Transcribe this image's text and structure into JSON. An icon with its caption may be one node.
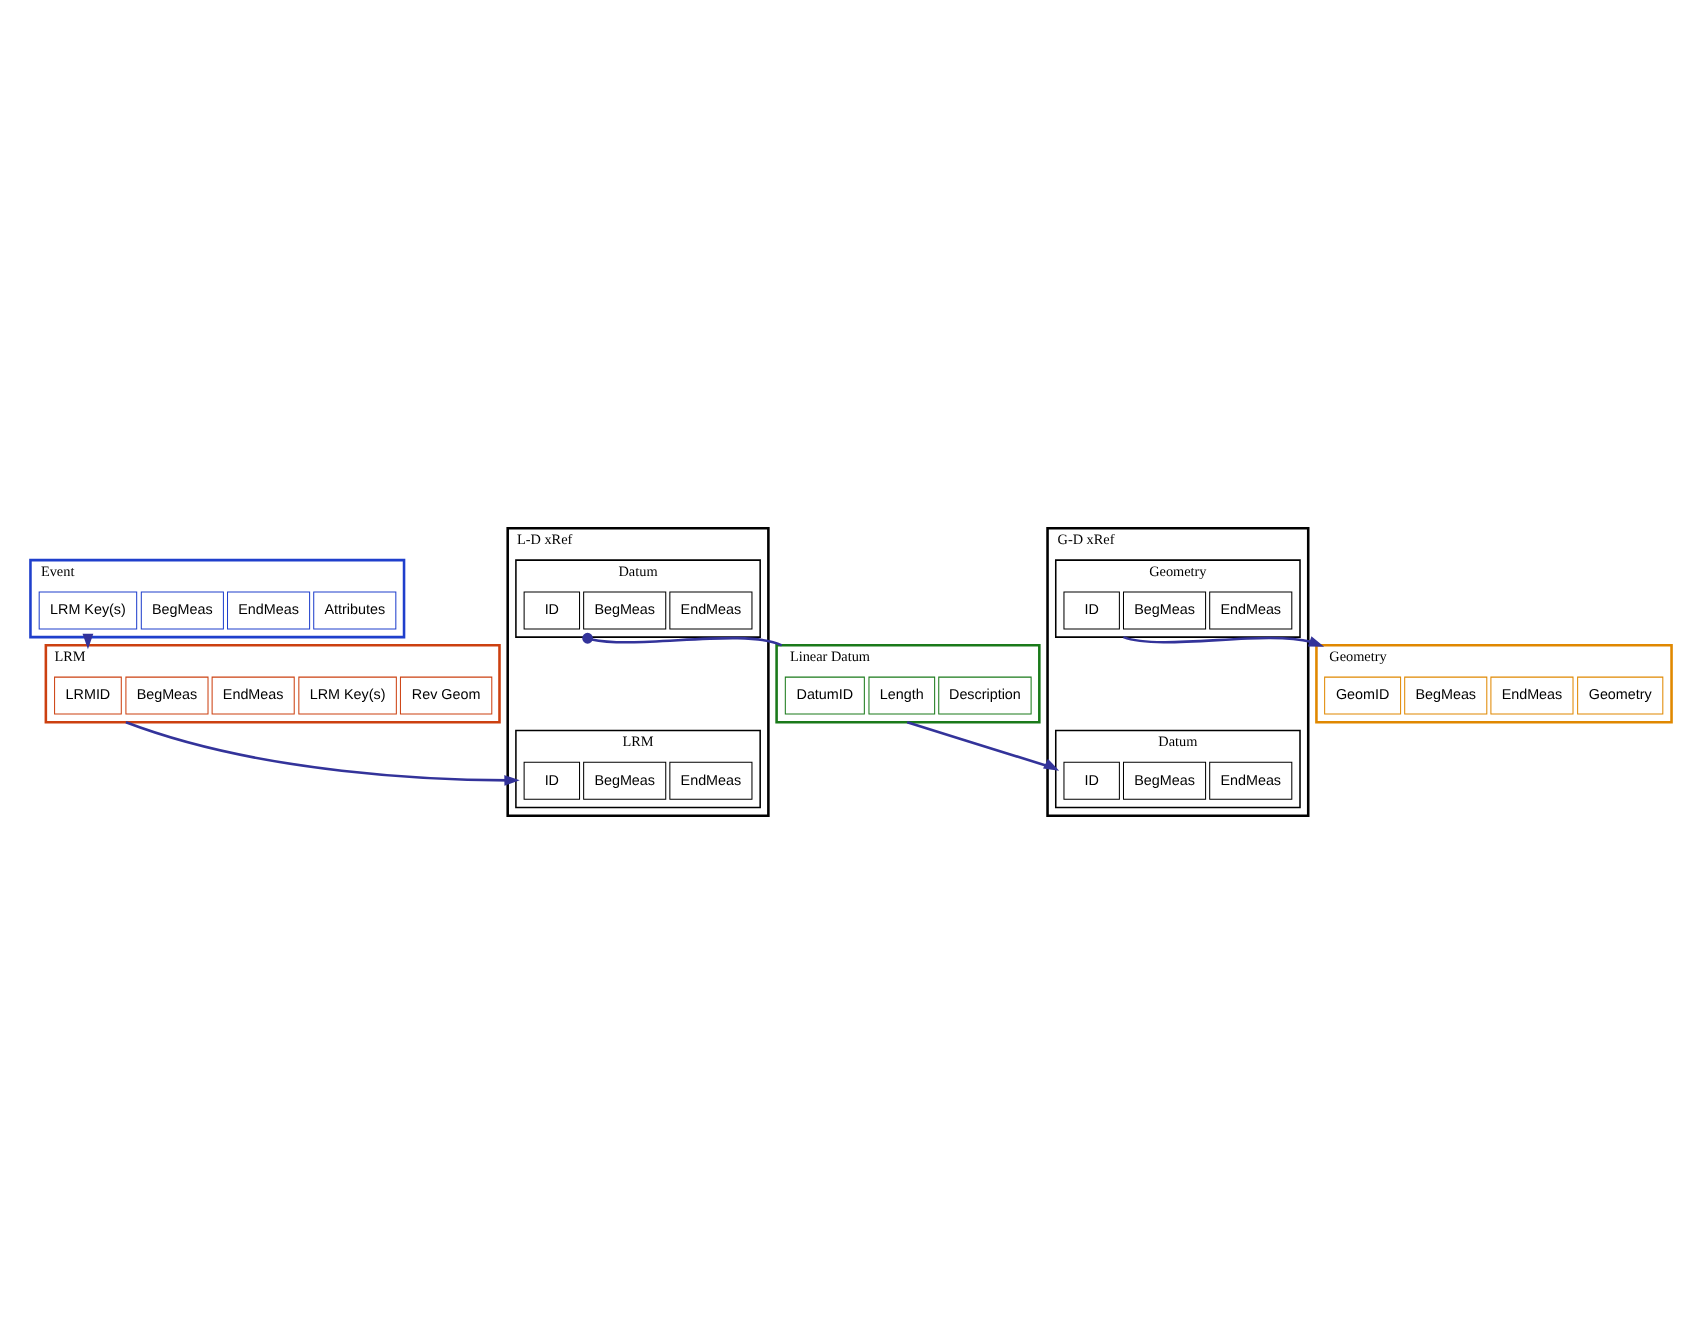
{
  "diagram": {
    "nodes": [
      {
        "text": [
          "Event"
        ]
      },
      {
        "text": [
          "LRM Key(s)"
        ],
        "in": 0
      },
      {
        "text": [
          "BegMeas"
        ],
        "in": 0
      },
      {
        "text": [
          "EndMeas"
        ],
        "in": 0
      },
      {
        "text": [
          "Attributes"
        ],
        "in": 0
      },
      {
        "text": [
          "LRM"
        ]
      },
      {
        "text": [
          "LRMID"
        ],
        "in": 5
      },
      {
        "text": [
          "BegMeas"
        ],
        "in": 5
      },
      {
        "text": [
          "EndMeas"
        ],
        "in": 5
      },
      {
        "text": [
          "LRM Key(s)"
        ],
        "in": 5
      },
      {
        "text": [
          "Rev Geom"
        ],
        "in": 5
      },
      {
        "text": [
          "L-D xRef"
        ]
      },
      {
        "text": [
          "Datum"
        ],
        "in": 11
      },
      {
        "text": [
          "ID"
        ],
        "in": 12
      },
      {
        "text": [
          "BegMeas"
        ],
        "in": 12
      },
      {
        "text": [
          "EndMeas"
        ],
        "in": 12
      },
      {
        "text": [
          "LRM"
        ],
        "in": 11
      },
      {
        "text": [
          "ID"
        ],
        "in": 16
      },
      {
        "text": [
          "BegMeas"
        ],
        "in": 16
      },
      {
        "text": [
          "EndMeas"
        ],
        "in": 16
      },
      {
        "text": [
          "Linear Datum"
        ]
      },
      {
        "text": [
          "DatumID"
        ],
        "in": 20
      },
      {
        "text": [
          "Length"
        ],
        "in": 20
      },
      {
        "text": [
          "Description"
        ],
        "in": 20
      },
      {
        "text": [
          "G-D xRef"
        ]
      },
      {
        "text": [
          "Geometry"
        ],
        "in": 24
      },
      {
        "text": [
          "ID"
        ],
        "in": 25
      },
      {
        "text": [
          "BegMeas"
        ],
        "in": 25
      },
      {
        "text": [
          "EndMeas"
        ],
        "in": 25
      },
      {
        "text": [
          "Datum"
        ],
        "in": 24
      },
      {
        "text": [
          "ID"
        ],
        "in": 29
      },
      {
        "text": [
          "BegMeas"
        ],
        "in": 29
      },
      {
        "text": [
          "EndMeas"
        ],
        "in": 29
      },
      {
        "text": [
          "Geometry"
        ]
      },
      {
        "text": [
          "GeomID"
        ],
        "in": 33
      },
      {
        "text": [
          "BegMeas"
        ],
        "in": 33
      },
      {
        "text": [
          "EndMeas"
        ],
        "in": 33
      },
      {
        "text": [
          "Geometry"
        ],
        "in": 33
      }
    ],
    "edges": [
      {
        "from": 0,
        "to": 5,
        "arrow": "to"
      },
      {
        "from": 5,
        "to": 16,
        "arrow": "to"
      },
      {
        "from": 12,
        "to": 20,
        "arrow": "other"
      },
      {
        "from": 20,
        "to": 29,
        "arrow": "to"
      },
      {
        "from": 25,
        "to": 33,
        "arrow": "to"
      }
    ]
  }
}
